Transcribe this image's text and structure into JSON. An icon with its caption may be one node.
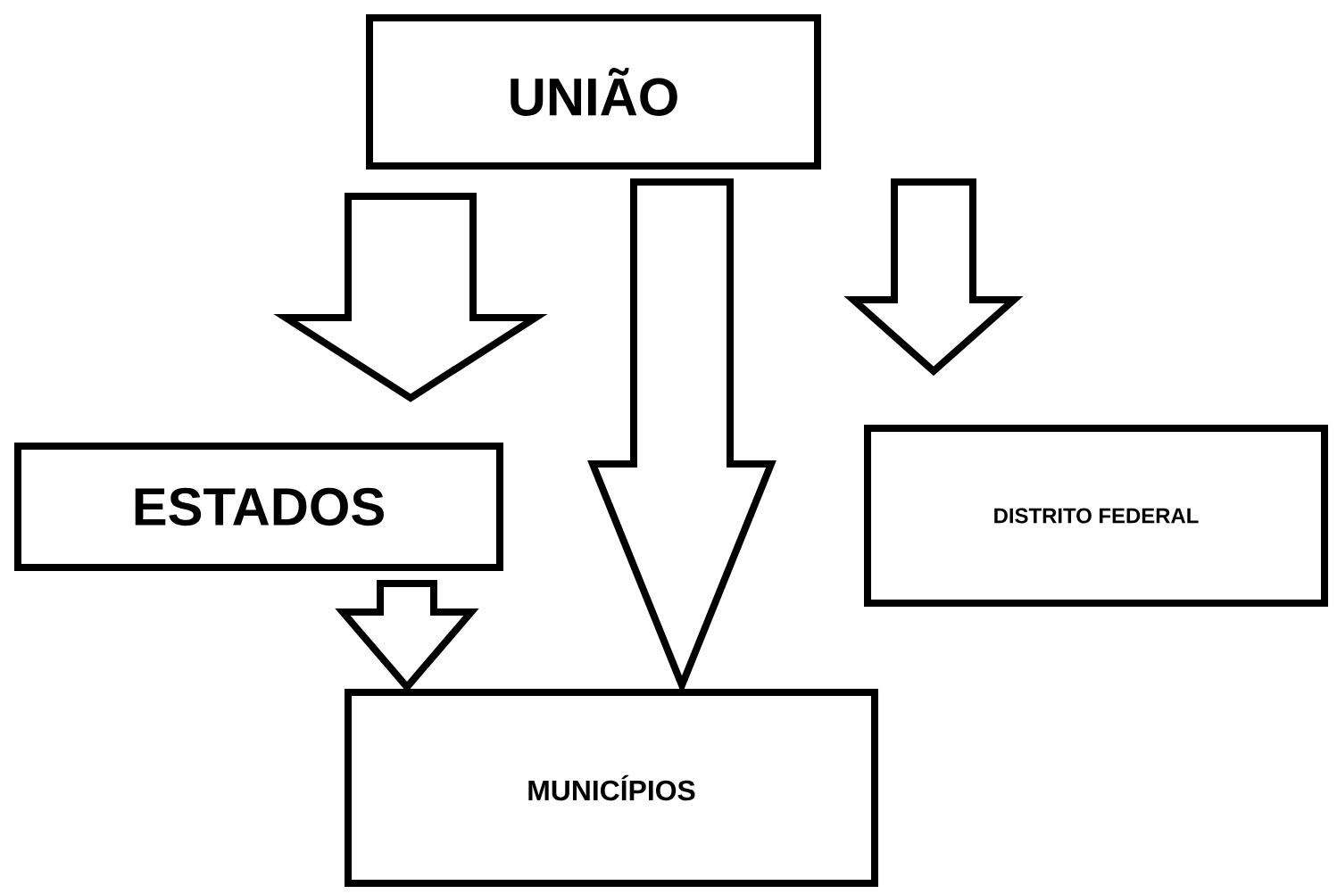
{
  "diagram": {
    "nodes": [
      {
        "text": [
          "UNIÃO"
        ]
      },
      {
        "text": [
          "ESTADOS"
        ]
      },
      {
        "text": [
          "DISTRITO FEDERAL"
        ]
      },
      {
        "text": [
          "MUNICÍPIOS"
        ]
      }
    ],
    "edges": [
      {
        "from": 0,
        "to": 1,
        "arrow": "to"
      },
      {
        "from": 0,
        "to": 3,
        "arrow": "to"
      },
      {
        "from": 0,
        "to": 2,
        "arrow": "to"
      },
      {
        "from": 1,
        "to": 3,
        "arrow": "to"
      }
    ]
  }
}
